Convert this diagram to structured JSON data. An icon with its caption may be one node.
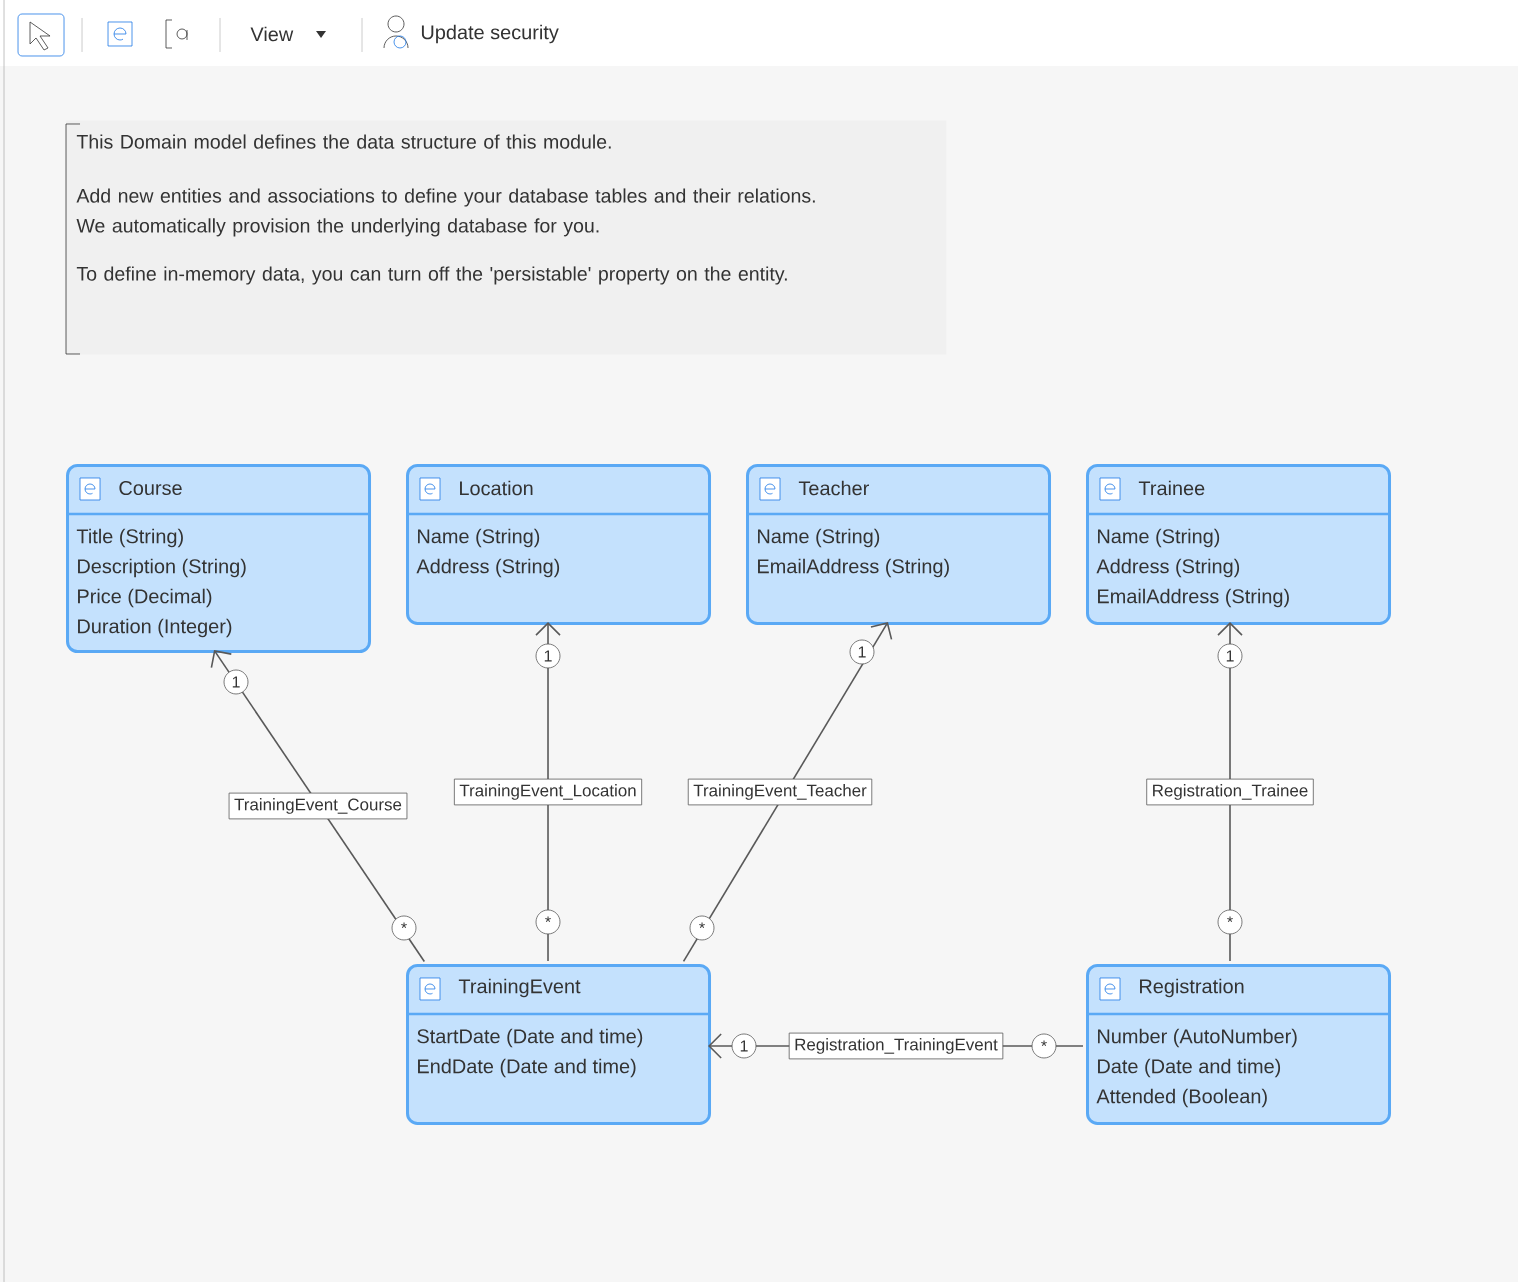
{
  "diagram": {
    "nodes": [
      {
        "text": [
          "This Domain model defines the data structure of this module.",
          "Add new entities and associations to define your database tables and their relations. We automatically provision the underlying database for you.",
          "To define in-memory data, you can turn off the 'persistable' property on the entity."
        ]
      },
      {
        "text": [
          "Course",
          "Title (String)",
          "Description (String)",
          "Price (Decimal)",
          "Duration (Integer)"
        ]
      },
      {
        "text": [
          "Location",
          "Name (String)",
          "Address (String)"
        ]
      },
      {
        "text": [
          "Teacher",
          "Name (String)",
          "EmailAddress (String)"
        ]
      },
      {
        "text": [
          "Trainee",
          "Name (String)",
          "Address (String)",
          "EmailAddress (String)"
        ]
      },
      {
        "text": [
          "TrainingEvent",
          "StartDate (Date and time)",
          "EndDate (Date and time)"
        ]
      },
      {
        "text": [
          "Registration",
          "Number (AutoNumber)",
          "Date (Date and time)",
          "Attended (Boolean)"
        ]
      }
    ],
    "edges": [
      {
        "from": 5,
        "to": 1,
        "arrow": "to",
        "label": "TrainingEvent_Course"
      },
      {
        "from": 5,
        "to": 2,
        "arrow": "to",
        "label": "TrainingEvent_Location"
      },
      {
        "from": 5,
        "to": 3,
        "arrow": "to",
        "label": "TrainingEvent_Teacher"
      },
      {
        "from": 6,
        "to": 4,
        "arrow": "to",
        "label": "Registration_Trainee"
      },
      {
        "from": 6,
        "to": 5,
        "arrow": "to",
        "label": "Registration_TrainingEvent"
      }
    ],
    "labels": [
      "View",
      "Update security",
      "1",
      "1",
      "1",
      "1",
      "*",
      "*",
      "*",
      "*",
      "1",
      "*"
    ]
  }
}
